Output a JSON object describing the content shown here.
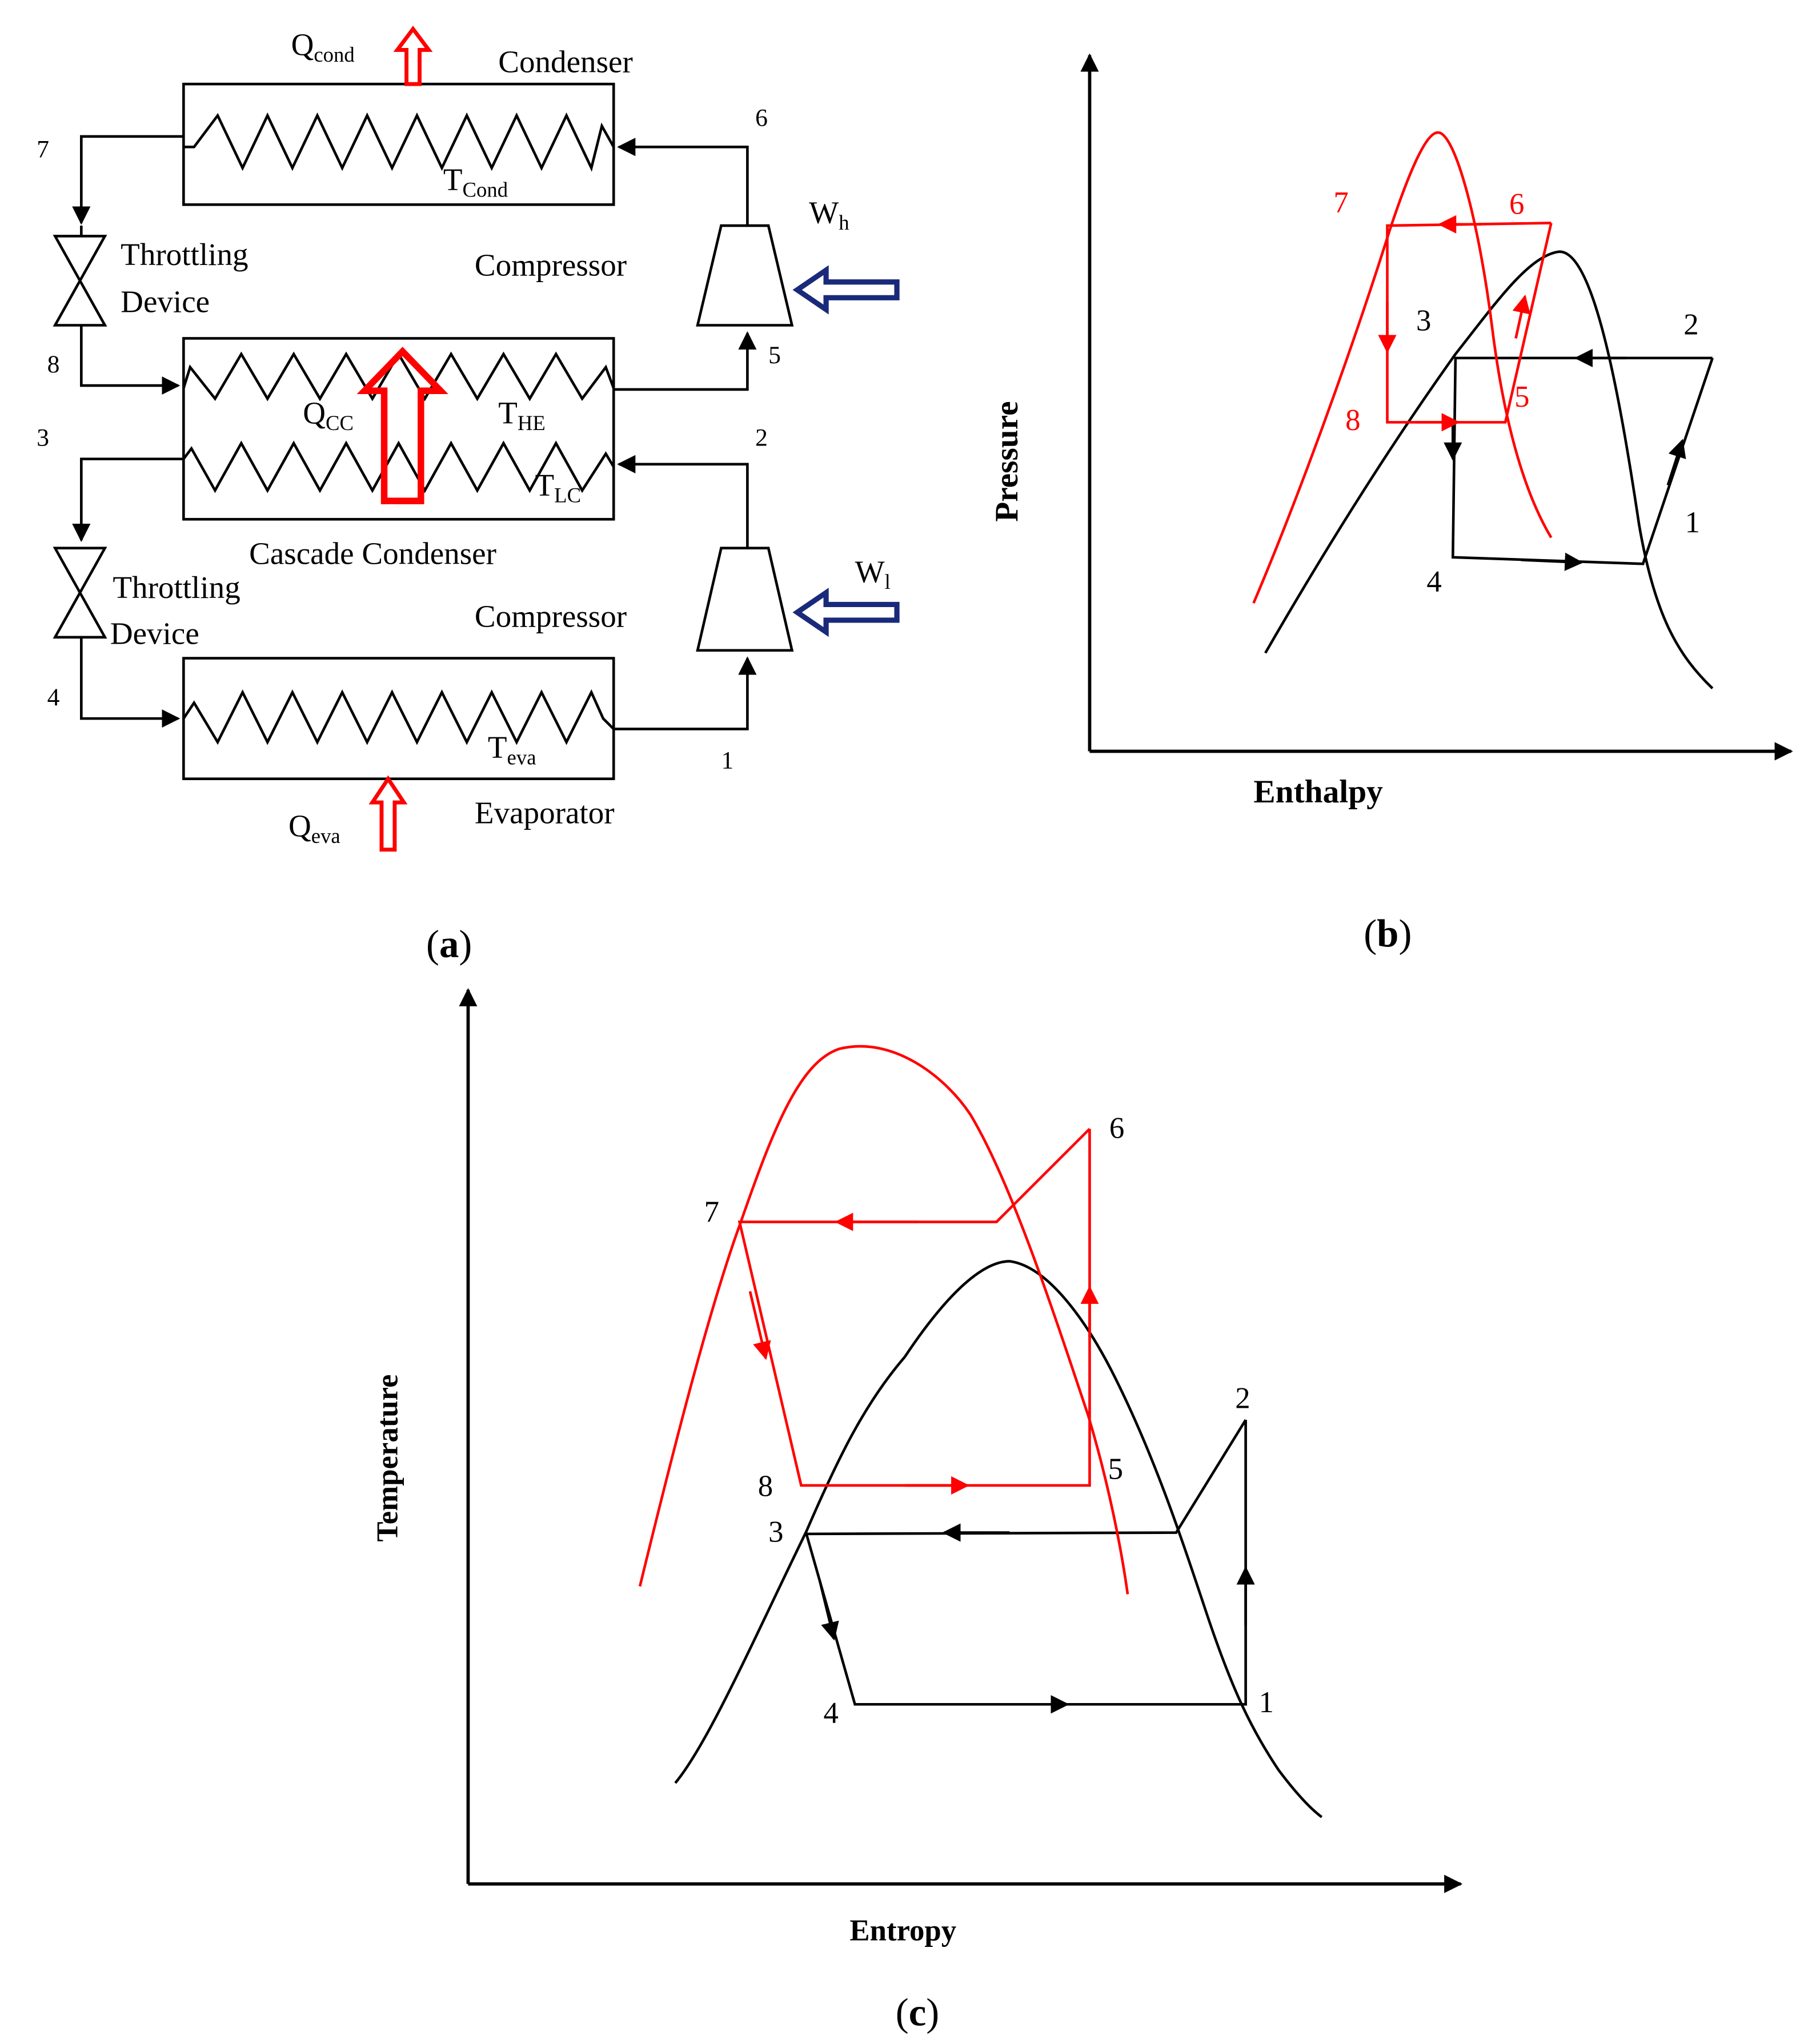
{
  "colors": {
    "stroke": "#000000",
    "high_cycle": "#ff0000",
    "heat_arrow": "#ff0000",
    "work_arrow": "#1a2a7a"
  },
  "panel_a": {
    "label_open": "(",
    "label_letter": "a",
    "label_close": ")",
    "q_cond": {
      "main": "Q",
      "sub": "cond"
    },
    "condenser": "Condenser",
    "t_cond": {
      "main": "T",
      "sub": "Cond"
    },
    "throttling_top_line1": "Throttling",
    "throttling_top_line2": "Device",
    "compressor_top": "Compressor",
    "w_h": {
      "main": "W",
      "sub": "h"
    },
    "q_cc": {
      "main": "Q",
      "sub": "CC"
    },
    "t_he": {
      "main": "T",
      "sub": "HE"
    },
    "t_lc": {
      "main": "T",
      "sub": "LC"
    },
    "cascade_condenser": "Cascade Condenser",
    "throttling_bottom_line1": "Throttling",
    "throttling_bottom_line2": "Device",
    "compressor_bottom": "Compressor",
    "w_l": {
      "main": "W",
      "sub": "l"
    },
    "t_eva": {
      "main": "T",
      "sub": "eva"
    },
    "evaporator": "Evaporator",
    "q_eva": {
      "main": "Q",
      "sub": "eva"
    },
    "states": {
      "s1": "1",
      "s2": "2",
      "s3": "3",
      "s4": "4",
      "s5": "5",
      "s6": "6",
      "s7": "7",
      "s8": "8"
    }
  },
  "panel_b": {
    "label_open": "(",
    "label_letter": "b",
    "label_close": ")",
    "x_axis": "Enthalpy",
    "y_axis": "Pressure",
    "states": {
      "s1": "1",
      "s2": "2",
      "s3": "3",
      "s4": "4",
      "s5": "5",
      "s6": "6",
      "s7": "7",
      "s8": "8"
    }
  },
  "panel_c": {
    "label_open": "(",
    "label_letter": "c",
    "label_close": ")",
    "x_axis": "Entropy",
    "y_axis": "Temperature",
    "states": {
      "s1": "1",
      "s2": "2",
      "s3": "3",
      "s4": "4",
      "s5": "5",
      "s6": "6",
      "s7": "7",
      "s8": "8"
    }
  }
}
